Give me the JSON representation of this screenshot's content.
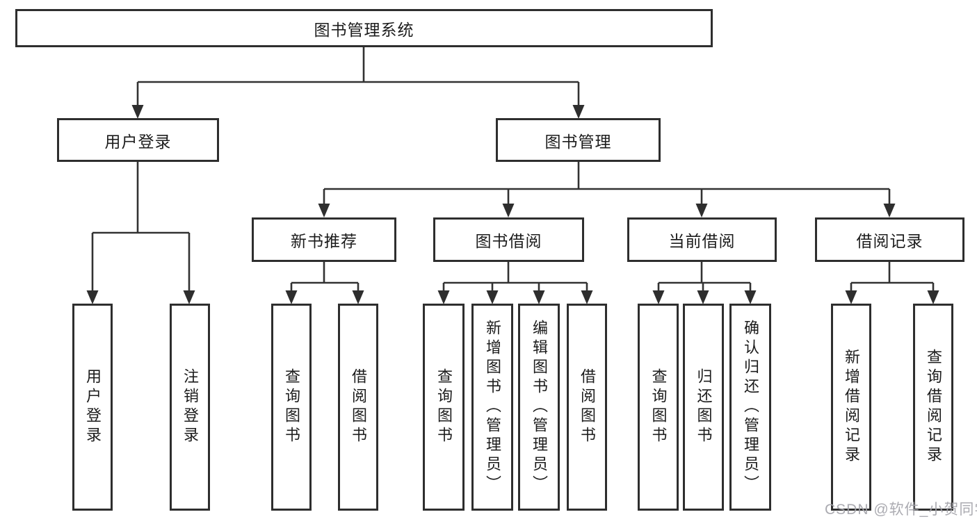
{
  "nodes": {
    "root": {
      "label": "图书管理系统"
    },
    "user_login": {
      "label": "用户登录"
    },
    "book_mgmt": {
      "label": "图书管理"
    },
    "new_book_rec": {
      "label": "新书推荐"
    },
    "book_borrow": {
      "label": "图书借阅"
    },
    "current_borrow": {
      "label": "当前借阅"
    },
    "borrow_records": {
      "label": "借阅记录"
    },
    "leaf_user_login": {
      "label": "用户登录"
    },
    "leaf_logout": {
      "label": "注销登录"
    },
    "leaf_query_books_rec": {
      "label": "查询图书"
    },
    "leaf_borrow_books_rec": {
      "label": "借阅图书"
    },
    "leaf_query_books_borrow": {
      "label": "查询图书"
    },
    "leaf_add_books_admin": {
      "label": "新增图书（管理员）"
    },
    "leaf_edit_books_admin": {
      "label": "编辑图书（管理员）"
    },
    "leaf_borrow_books_borrow": {
      "label": "借阅图书"
    },
    "leaf_query_books_current": {
      "label": "查询图书"
    },
    "leaf_return_books": {
      "label": "归还图书"
    },
    "leaf_confirm_return_admin": {
      "label": "确认归还（管理员）"
    },
    "leaf_add_borrow_record": {
      "label": "新增借阅记录"
    },
    "leaf_query_borrow_record": {
      "label": "查询借阅记录"
    }
  },
  "watermark": {
    "text": "CSDN @软件_小贺同学"
  },
  "colors": {
    "line": "#323232",
    "border": "#2e2e2e",
    "text": "#1c1c1c",
    "watermark": "#a4a4aa",
    "background": "#ffffff"
  }
}
